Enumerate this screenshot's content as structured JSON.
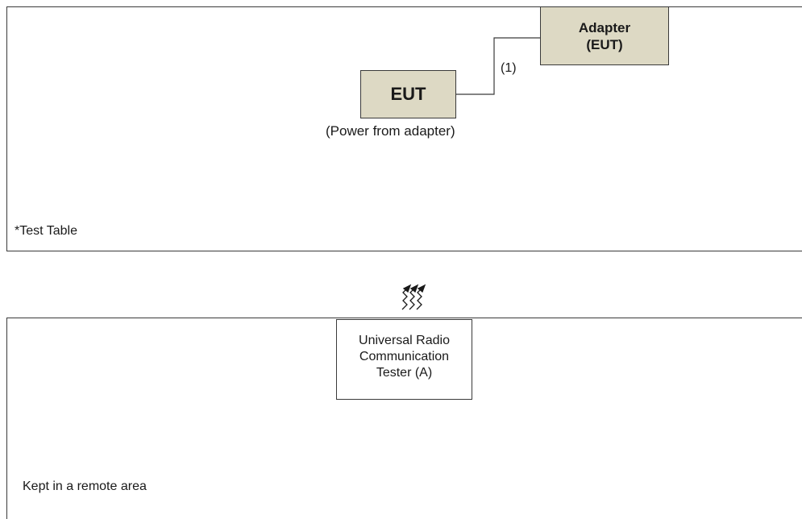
{
  "test_table": {
    "label": "*Test Table",
    "eut": {
      "label": "EUT",
      "caption": "(Power from adapter)"
    },
    "adapter": {
      "line1": "Adapter",
      "line2": "(EUT)"
    },
    "cable": {
      "label": "(1)"
    }
  },
  "wireless_link": {
    "icon": "wireless-signal-icon"
  },
  "remote_area": {
    "label": "Kept in a remote area",
    "tester": {
      "line1": "Universal Radio",
      "line2": "Communication",
      "line3": "Tester (A)"
    }
  },
  "colors": {
    "box_fill": "#ddd9c4",
    "line": "#3a3a3a"
  }
}
